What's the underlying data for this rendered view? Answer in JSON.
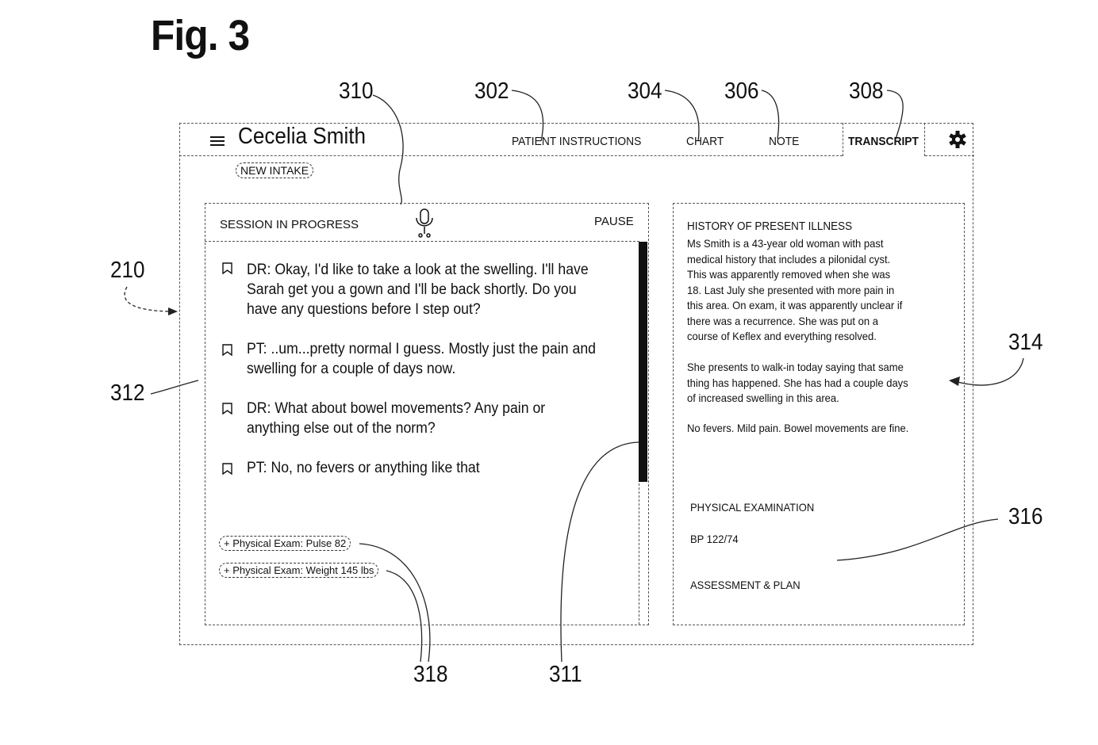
{
  "figure_title": "Fig. 3",
  "reference_numerals": {
    "n310": "310",
    "n302": "302",
    "n304": "304",
    "n306": "306",
    "n308": "308",
    "n210": "210",
    "n312": "312",
    "n314": "314",
    "n316": "316",
    "n318": "318",
    "n311": "311"
  },
  "header": {
    "patient_name": "Cecelia Smith",
    "tabs": [
      {
        "label": "PATIENT INSTRUCTIONS"
      },
      {
        "label": "CHART"
      },
      {
        "label": "NOTE"
      },
      {
        "label": "TRANSCRIPT",
        "active": true
      }
    ]
  },
  "new_intake_label": "NEW INTAKE",
  "session": {
    "status": "SESSION IN PROGRESS",
    "pause_label": "PAUSE",
    "scroll_position_fraction": 0.63,
    "transcript": [
      {
        "text": "DR: Okay, I'd like to take a look at the swelling.  I'll have Sarah get you a gown and I'll be back shortly.  Do you have any questions before I step out?"
      },
      {
        "text": "PT: ..um...pretty normal I guess.  Mostly just the pain and swelling for a couple of days now."
      },
      {
        "text": "DR: What about bowel movements?  Any pain or anything else out of the norm?"
      },
      {
        "text": "PT: No, no fevers or anything like that"
      }
    ],
    "suggestions": [
      {
        "label": "+ Physical Exam: Pulse 82"
      },
      {
        "label": "+ Physical Exam: Weight 145 lbs"
      }
    ]
  },
  "note": {
    "hpi_heading": "HISTORY OF PRESENT ILLNESS",
    "hpi_p1": "Ms Smith is a 43-year old woman with past\nmedical history that includes a pilonidal cyst.\nThis was apparently removed when she was\n18.  Last July she presented with more pain in\nthis area.  On exam, it was apparently unclear if\nthere was a recurrence.  She was put on a\ncourse of Keflex and everything resolved.",
    "hpi_p2": "She presents to walk-in today saying that same\nthing has happened.  She has had a couple days\nof increased swelling in this area.",
    "hpi_p3": "No fevers.  Mild pain.  Bowel movements are fine.",
    "pe_heading": "PHYSICAL EXAMINATION",
    "pe_bp": "BP 122/74",
    "ap_heading": "ASSESSMENT & PLAN"
  }
}
